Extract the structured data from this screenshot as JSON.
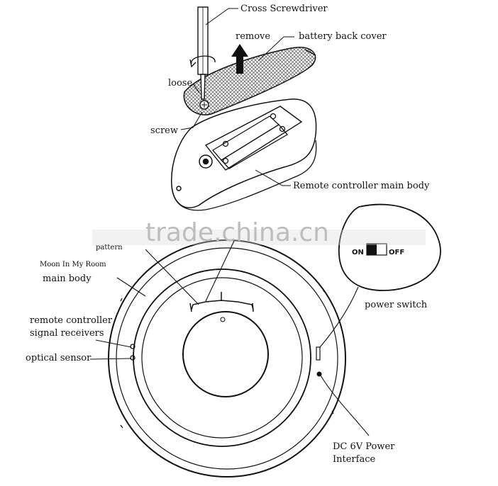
{
  "labels": {
    "cross_screwdriver": "Cross Screwdriver",
    "remove": "remove",
    "battery_back_cover": "battery back cover",
    "loose": "loose",
    "screw": "screw",
    "remote_main_body": "Remote controller main body",
    "moon_line1": "Moon In My Room",
    "moon_line2": "main body",
    "remote_receivers_line1": "remote controller",
    "remote_receivers_line2": "signal receivers",
    "optical_sensor": "optical sensor",
    "power_switch": "power switch",
    "switch_on": "ON",
    "switch_off": "OFF",
    "dc_line1": "DC 6V Power",
    "dc_line2": "Interface",
    "partial_label": "pattern"
  },
  "watermark": "trade.china.cn",
  "colors": {
    "ink": "#111111",
    "watermark": "#bdbdbd",
    "background": "#ffffff"
  }
}
